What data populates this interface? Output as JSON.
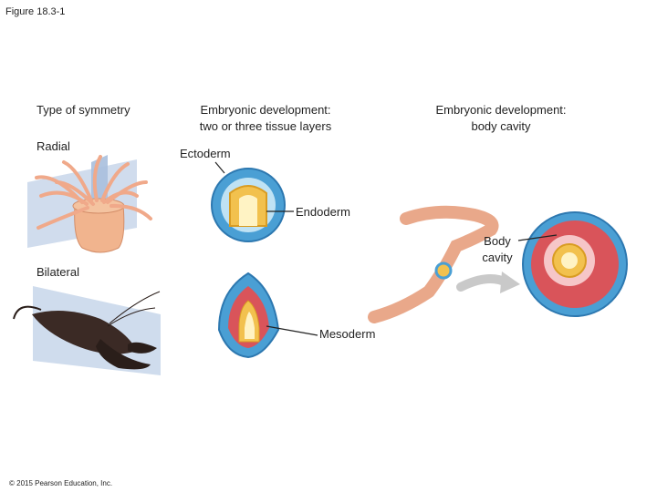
{
  "figure_label": "Figure 18.3-1",
  "columns": {
    "symmetry": "Type of symmetry",
    "tissue_line1": "Embryonic development:",
    "tissue_line2": "two or three tissue layers",
    "cavity_line1": "Embryonic development:",
    "cavity_line2": "body cavity"
  },
  "symmetry_types": {
    "radial": "Radial",
    "bilateral": "Bilateral"
  },
  "labels": {
    "ectoderm": "Ectoderm",
    "endoderm": "Endoderm",
    "mesoderm": "Mesoderm",
    "body_cavity_line1": "Body",
    "body_cavity_line2": "cavity"
  },
  "copyright": "© 2015 Pearson Education, Inc.",
  "colors": {
    "ectoderm_blue": "#4a9fd4",
    "endoderm_yellow": "#f2c14e",
    "mesoderm_red": "#d9545a",
    "worm_pink": "#e9a88a",
    "plane_blue": "#9fb8d8"
  }
}
